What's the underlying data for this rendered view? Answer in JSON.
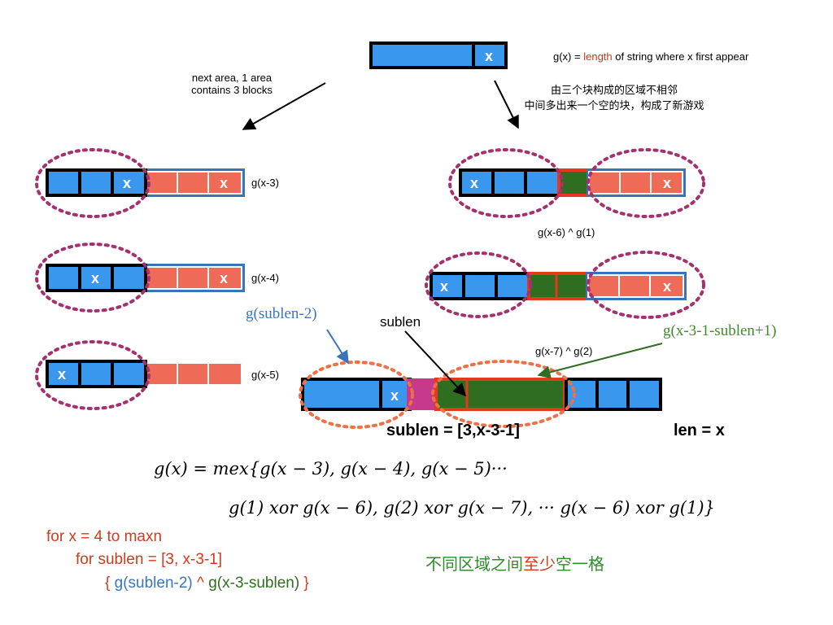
{
  "header": {
    "def_prefix": "g(x) = ",
    "def_length": "length",
    "def_suffix": " of string where x first appear",
    "chinese_line1": "由三个块构成的区域不相邻",
    "chinese_line2": "中间多出来一个空的块，构成了新游戏",
    "next_area_line1": "next area, 1 area",
    "next_area_line2": "contains 3 blocks"
  },
  "block_mark": "x",
  "labels": {
    "gx3": "g(x-3)",
    "gx4": "g(x-4)",
    "gx5": "g(x-5)",
    "gx6g1": "g(x-6) ^ g(1)",
    "gx7g2": "g(x-7) ^ g(2)",
    "sublen": "sublen",
    "g_sublen_2": "g(sublen-2)",
    "g_rest": "g(x-3-1-sublen+1)",
    "sublen_range": "sublen = [3,x-3-1]",
    "len_x": "len = x"
  },
  "formula": {
    "line1": "g(x) = mex{g(x − 3), g(x − 4), g(x − 5)···",
    "line2": "g(1) xor g(x − 6), g(2) xor g(x − 7), ··· g(x − 6) xor g(1)}"
  },
  "code": {
    "line1": "for x = 4 to maxn",
    "line2": "for sublen = [3, x-3-1]",
    "line3_open": "{ ",
    "line3_a": "g(sublen-2)",
    "line3_op": " ^ ",
    "line3_b": "g(x-3-sublen)",
    "line3_close": " }"
  },
  "note": {
    "part1": "不同区域之间",
    "part2": "至少",
    "part3": "空一格"
  },
  "colors": {
    "blue_block": "#3a97ee",
    "red_block": "#ee6b58",
    "green_block": "#2f6e21",
    "magenta_block": "#c63a8c",
    "black_border": "#000000",
    "blue_border": "#3b73b9",
    "red_border": "#e3391d",
    "purple_ellipse": "#a5306e",
    "orange_ellipse": "#ee7046",
    "blue_text": "#3a76bb",
    "green_text": "#3f8b2b",
    "red_text": "#d23a1d",
    "length_red": "#c33a22"
  }
}
